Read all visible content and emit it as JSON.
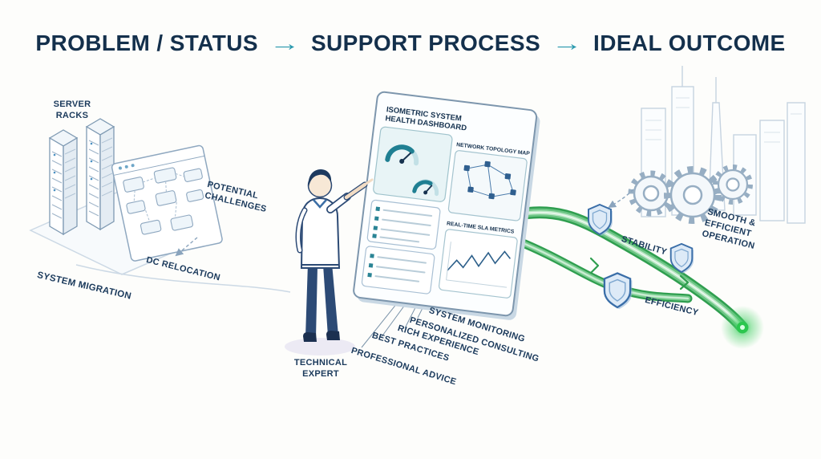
{
  "colors": {
    "navy": "#14304c",
    "teal_accent": "#2798ad",
    "pipe_green": "#2f9e4f",
    "shield_blue": "#3a6ea8",
    "panel_stroke": "#7d96ad"
  },
  "header": {
    "problem": "PROBLEM / STATUS",
    "process": "SUPPORT PROCESS",
    "outcome": "IDEAL OUTCOME",
    "arrow": "→"
  },
  "problem": {
    "server_racks": "SERVER RACKS",
    "potential_challenges": "POTENTIAL CHALLENGES",
    "dc_relocation": "DC RELOCATION",
    "system_migration": "SYSTEM MIGRATION"
  },
  "process": {
    "dashboard_title_1": "ISOMETRIC SYSTEM",
    "dashboard_title_2": "HEALTH DASHBOARD",
    "network_topology": "NETWORK TOPOLOGY MAP",
    "sla_metrics": "REAL-TIME SLA METRICS",
    "technical_expert": "TECHNICAL EXPERT",
    "capabilities": [
      "PROFESSIONAL ADVICE",
      "BEST PRACTICES",
      "RICH EXPERIENCE",
      "PERSONALIZED CONSULTING",
      "SYSTEM MONITORING"
    ]
  },
  "outcome": {
    "stability": "STABILITY",
    "efficiency": "EFFICIENCY",
    "smooth_operation": "SMOOTH & EFFICIENT OPERATION"
  }
}
